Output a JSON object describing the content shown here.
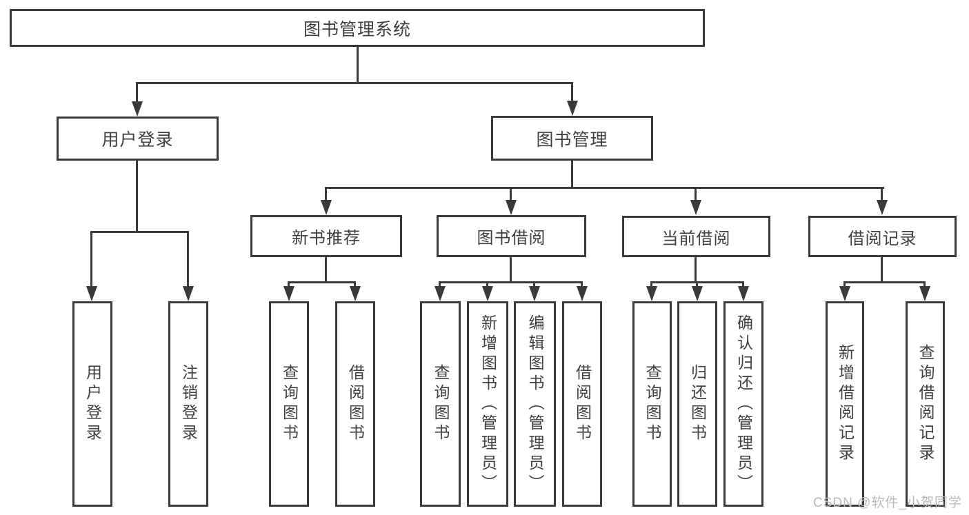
{
  "diagram_type": "hierarchy-functional-structure",
  "colors": {
    "line": "#3a3a3a",
    "box_border": "#3a3a3a",
    "text": "#3f3f3f",
    "background": "#ffffff",
    "watermark": "#b9b9b9"
  },
  "nodes": {
    "root": {
      "label": "图书管理系统"
    },
    "user_login": {
      "label": "用户登录"
    },
    "book_management": {
      "label": "图书管理"
    },
    "new_book_recommendation": {
      "label": "新书推荐"
    },
    "book_borrowing": {
      "label": "图书借阅"
    },
    "current_borrowing": {
      "label": "当前借阅"
    },
    "borrowing_records": {
      "label": "借阅记录"
    },
    "leaf_user_login": {
      "label": "用户登录"
    },
    "leaf_logout": {
      "label": "注销登录"
    },
    "leaf_query_books_recommend": {
      "label": "查询图书"
    },
    "leaf_borrow_books_recommend": {
      "label": "借阅图书"
    },
    "leaf_query_books_borrow": {
      "label": "查询图书"
    },
    "leaf_add_books_admin": {
      "label": "新增图书（管理员）"
    },
    "leaf_edit_books_admin": {
      "label": "编辑图书（管理员）"
    },
    "leaf_borrow_books_borrow": {
      "label": "借阅图书"
    },
    "leaf_query_books_current": {
      "label": "查询图书"
    },
    "leaf_return_books": {
      "label": "归还图书"
    },
    "leaf_confirm_return_admin": {
      "label": "确认归还（管理员）"
    },
    "leaf_add_borrow_record": {
      "label": "新增借阅记录"
    },
    "leaf_query_borrow_record": {
      "label": "查询借阅记录"
    }
  },
  "watermark": {
    "text": "CSDN @软件_小贺同学"
  }
}
